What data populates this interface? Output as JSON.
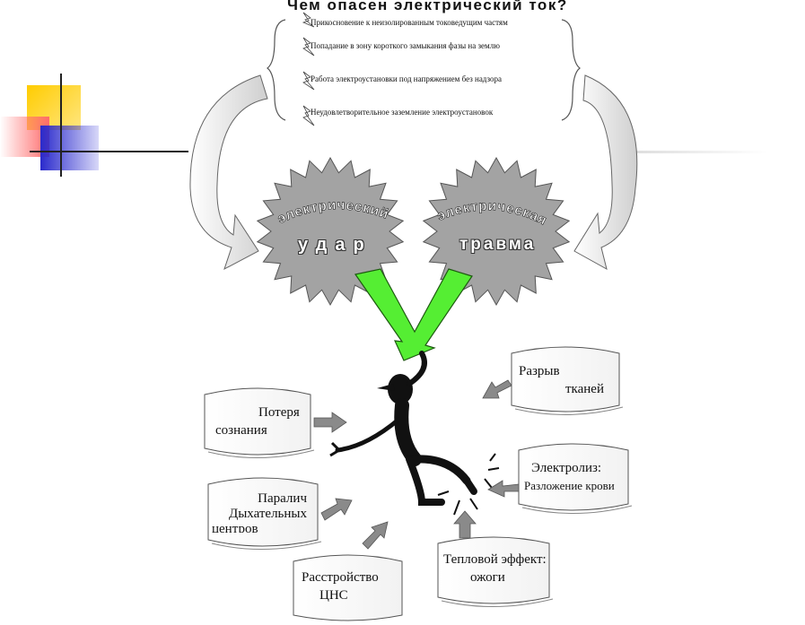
{
  "title": "Чем опасен электрический ток?",
  "causes": [
    "Прикосновение к неизолированным  токоведущим частям",
    "Попадание в зону короткого замыкания фазы на землю",
    "Работа электроустановки под напряжением без надзора",
    "Неудовлетворительное заземление электроустановок"
  ],
  "shock": {
    "arc": "электрический",
    "word": "удар"
  },
  "trauma": {
    "arc": "электрическая",
    "word": "травма"
  },
  "effects": {
    "loss_consciousness": [
      "Потеря",
      "сознания"
    ],
    "paralysis": [
      "Паралич",
      "Дыхательных",
      "центров"
    ],
    "cns": [
      "Расстройство",
      "ЦНС"
    ],
    "heat": [
      "Тепловой эффект:",
      "ожоги"
    ],
    "electrolysis": [
      "Электролиз:",
      "Разложение крови"
    ],
    "rupture": [
      "Разрыв",
      "тканей"
    ]
  },
  "colors": {
    "burst": "#a3a3a3",
    "arrow": "#55ee33",
    "yellow": "#ffcc00",
    "blue": "#3333cc",
    "red": "#ff5555"
  }
}
